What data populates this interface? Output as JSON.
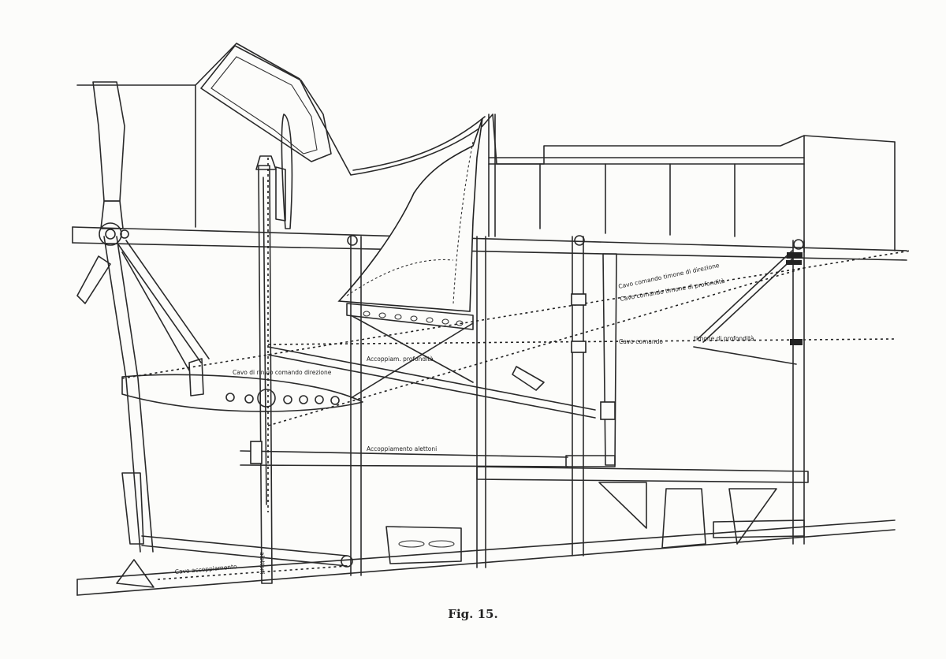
{
  "caption": "Fig. 15.",
  "labels": {
    "cavo_direzione_top": "Cavo comando timone di direzione",
    "cavo_profondita_top": "Cavo comando timone di profondità",
    "cavo_comando": "Cavo comando",
    "timone_profondita": "timone di profondità",
    "cavo_direzione_left": "Cavo di rinvio comando direzione",
    "accopp_profondita": "Accoppiam. profondità",
    "accopp_alettoni": "Accoppiamento alettoni",
    "cavo_accoppiamento": "Cavo accoppiamento",
    "alettoni": "alettoni"
  }
}
